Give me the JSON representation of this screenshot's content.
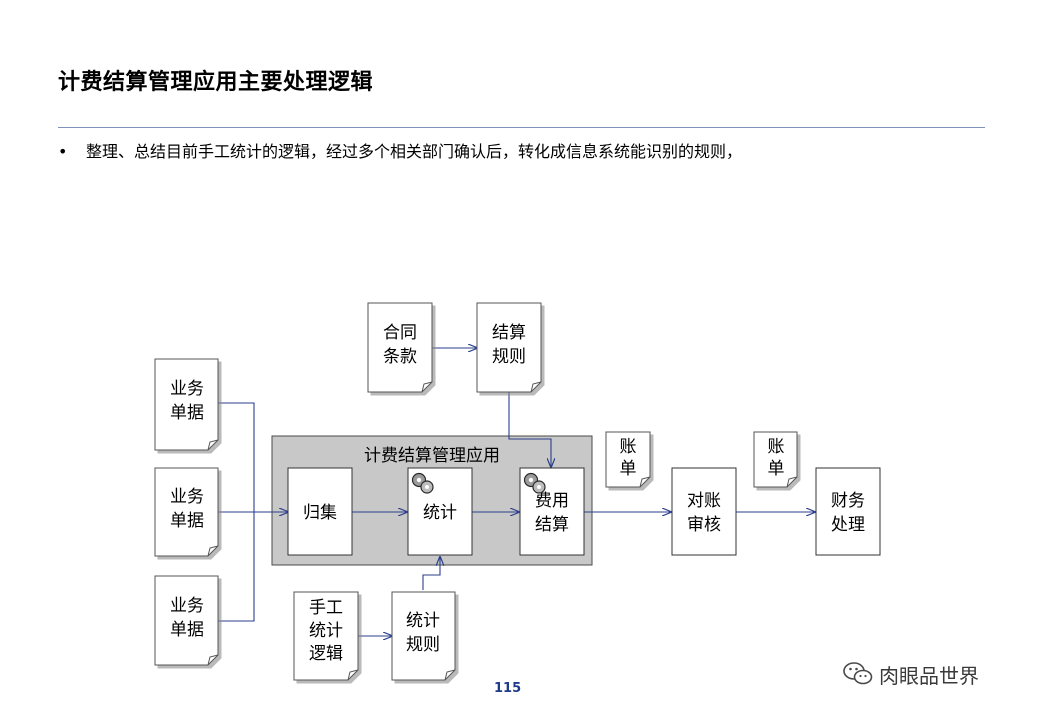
{
  "page": {
    "title": "计费结算管理应用主要处理逻辑",
    "bullet": "整理、总结目前手工统计的逻辑，经过多个相关部门确认后，转化成信息系统能识别的规则，",
    "page_number": "115"
  },
  "diagram": {
    "app_label": "计费结算管理应用",
    "doc_business_1": [
      "业务",
      "单据"
    ],
    "doc_business_2": [
      "业务",
      "单据"
    ],
    "doc_business_3": [
      "业务",
      "单据"
    ],
    "doc_contract": [
      "合同",
      "条款"
    ],
    "doc_settle_rules": [
      "结算",
      "规则"
    ],
    "doc_manual": [
      "手工",
      "统计",
      "逻辑"
    ],
    "doc_stat_rules": [
      "统计",
      "规则"
    ],
    "doc_bill_1": [
      "账",
      "单"
    ],
    "doc_bill_2": [
      "账",
      "单"
    ],
    "box_collect": "归集",
    "box_stat": "统计",
    "box_settle": [
      "费用",
      "结算"
    ],
    "box_reconcile": [
      "对账",
      "审核"
    ],
    "box_finance": [
      "财务",
      "处理"
    ]
  },
  "watermark": {
    "text": "肉眼品世界",
    "icon": "wechat-icon"
  }
}
